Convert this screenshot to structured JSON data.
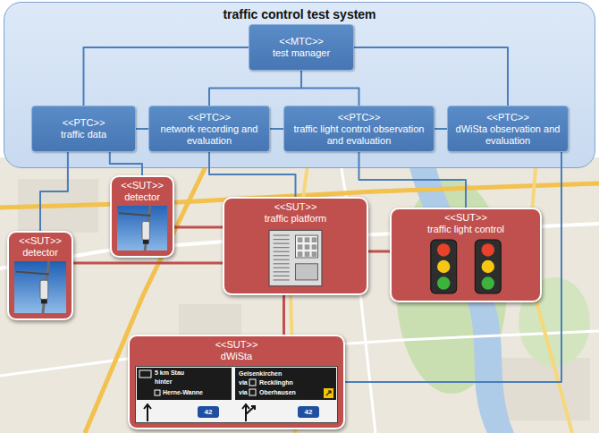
{
  "diagram": {
    "nodes": [
      {
        "text": [
          "traffic control test system"
        ]
      },
      {
        "text": [
          "<<MTC>>",
          "test manager"
        ],
        "in": 0
      },
      {
        "text": [
          "<<PTC>>",
          "traffic data"
        ],
        "in": 0
      },
      {
        "text": [
          "<<PTC>>",
          "network recording and evaluation"
        ],
        "in": 0
      },
      {
        "text": [
          "<<PTC>>",
          "traffic light control observation and evaluation"
        ],
        "in": 0
      },
      {
        "text": [
          "<<PTC>>",
          "dWiSta observation and evaluation"
        ],
        "in": 0
      },
      {
        "text": [
          "<<SUT>>",
          "detector"
        ]
      },
      {
        "text": [
          "<<SUT>>",
          "detector"
        ]
      },
      {
        "text": [
          "<<SUT>>",
          "traffic platform"
        ]
      },
      {
        "text": [
          "<<SUT>>",
          "traffic light control"
        ]
      },
      {
        "text": [
          "<<SUT>>",
          "dWiSta"
        ]
      }
    ],
    "edges": [
      {
        "from": 1,
        "to": 2,
        "arrow": "none"
      },
      {
        "from": 1,
        "to": 3,
        "arrow": "none"
      },
      {
        "from": 1,
        "to": 4,
        "arrow": "none"
      },
      {
        "from": 1,
        "to": 5,
        "arrow": "none"
      },
      {
        "from": 2,
        "to": 3,
        "arrow": "none"
      },
      {
        "from": 3,
        "to": 4,
        "arrow": "none"
      },
      {
        "from": 4,
        "to": 5,
        "arrow": "none"
      },
      {
        "from": 2,
        "to": 6,
        "arrow": "none"
      },
      {
        "from": 2,
        "to": 7,
        "arrow": "none"
      },
      {
        "from": 3,
        "to": 8,
        "arrow": "none"
      },
      {
        "from": 4,
        "to": 9,
        "arrow": "none"
      },
      {
        "from": 5,
        "to": 10,
        "arrow": "none"
      },
      {
        "from": 6,
        "to": 8,
        "arrow": "none"
      },
      {
        "from": 7,
        "to": 8,
        "arrow": "none"
      },
      {
        "from": 8,
        "to": 9,
        "arrow": "none"
      },
      {
        "from": 8,
        "to": 10,
        "arrow": "none"
      }
    ],
    "labels": [
      "5 km Stau",
      "hinter",
      "Herne-Wanne",
      "Gelsenkirchen",
      "via",
      "Recklinghn",
      "via",
      "Oberhausen",
      "42",
      "42"
    ]
  }
}
